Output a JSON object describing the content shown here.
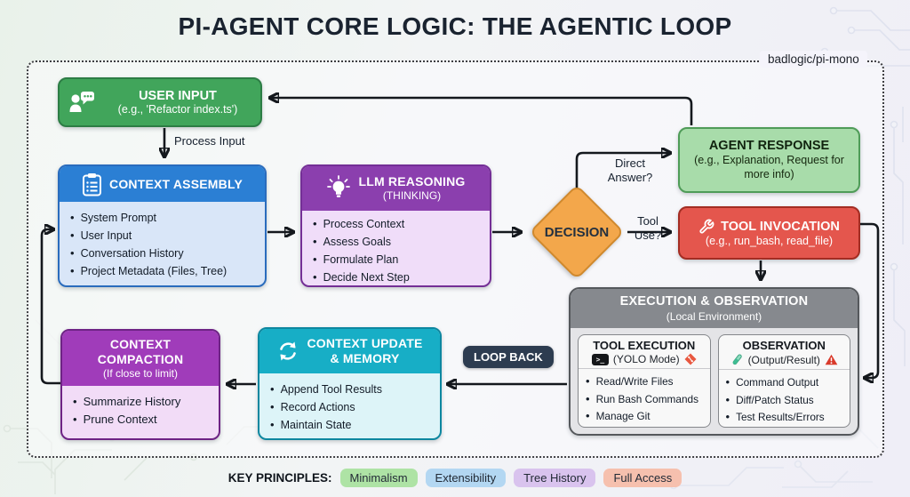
{
  "title": "PI-AGENT CORE LOGIC: THE AGENTIC LOOP",
  "repo_label": "badlogic/pi-mono",
  "colors": {
    "user_input_green": "#41a55b",
    "context_assembly_blue": "#2b7fd4",
    "llm_purple": "#8b3fae",
    "decision_orange": "#f3a74b",
    "agent_response_green": "#a8dcaa",
    "tool_invocation_red": "#e4564d",
    "execution_gray": "#86898e",
    "context_update_teal": "#17aec6",
    "context_compaction_magenta": "#a03cba",
    "loop_back_navy": "#2d3c50",
    "arrow_black": "#14181d"
  },
  "boxes": {
    "user_input": {
      "title": "USER INPUT",
      "subtitle": "(e.g., 'Refactor index.ts')"
    },
    "context_assembly": {
      "title": "CONTEXT ASSEMBLY",
      "items": [
        "System Prompt",
        "User Input",
        "Conversation History",
        "Project Metadata (Files, Tree)"
      ]
    },
    "llm_reasoning": {
      "title": "LLM REASONING",
      "subtitle": "(THINKING)",
      "items": [
        "Process Context",
        "Assess Goals",
        "Formulate Plan",
        "Decide Next Step"
      ]
    },
    "decision": {
      "label": "DECISION"
    },
    "agent_response": {
      "title": "AGENT RESPONSE",
      "subtitle": "(e.g., Explanation, Request for more info)"
    },
    "tool_invocation": {
      "title": "TOOL INVOCATION",
      "subtitle": "(e.g., run_bash, read_file)"
    },
    "execution_observation": {
      "title": "EXECUTION & OBSERVATION",
      "subtitle": "(Local Environment)",
      "tool_execution": {
        "title": "TOOL EXECUTION",
        "mode": "(YOLO Mode)",
        "terminal_glyph": ">_",
        "items": [
          "Read/Write Files",
          "Run Bash Commands",
          "Manage Git"
        ]
      },
      "observation": {
        "title": "OBSERVATION",
        "mode": "(Output/Result)",
        "items": [
          "Command Output",
          "Diff/Patch Status",
          "Test Results/Errors"
        ]
      }
    },
    "context_update": {
      "title_line1": "CONTEXT UPDATE",
      "title_line2": "& MEMORY",
      "items": [
        "Append Tool Results",
        "Record Actions",
        "Maintain State"
      ]
    },
    "context_compaction": {
      "title": "CONTEXT COMPACTION",
      "subtitle": "(If close to limit)",
      "items": [
        "Summarize History",
        "Prune Context"
      ]
    }
  },
  "edges": {
    "process_input": "Process Input",
    "direct_answer": "Direct Answer?",
    "tool_use": "Tool Use?",
    "loop_back": "LOOP BACK"
  },
  "legend": {
    "label": "KEY PRINCIPLES:",
    "pills": [
      {
        "label": "Minimalism",
        "color": "#aee3a5"
      },
      {
        "label": "Extensibility",
        "color": "#b3d7f2"
      },
      {
        "label": "Tree History",
        "color": "#d9c3ee"
      },
      {
        "label": "Full Access",
        "color": "#f6c0ae"
      }
    ]
  }
}
